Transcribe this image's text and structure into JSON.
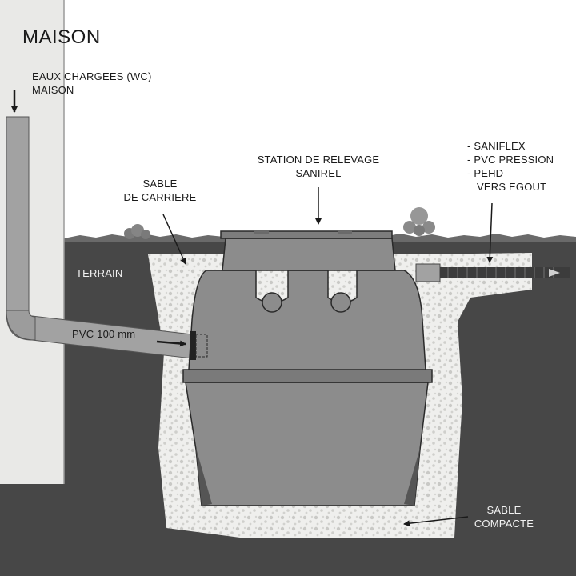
{
  "labels": {
    "house": "MAISON",
    "wastewater_line1": "EAUX CHARGEES (WC)",
    "wastewater_line2": "MAISON",
    "station_line1": "STATION DE RELEVAGE",
    "station_line2": "SANIREL",
    "outlet_line1": "- SANIFLEX",
    "outlet_line2": "- PVC PRESSION",
    "outlet_line3": "- PEHD",
    "outlet_line4": "VERS EGOUT",
    "sand_top_line1": "SABLE",
    "sand_top_line2": "DE CARRIERE",
    "ground": "TERRAIN",
    "pipe": "PVC 100 mm",
    "sand_bottom_line1": "SABLE",
    "sand_bottom_line2": "COMPACTE"
  },
  "colors": {
    "wall": "#e9e9e7",
    "soil": "#474747",
    "sand": "#efefed",
    "tank": "#8c8c8c",
    "tank_lid": "#7d7d7d",
    "pipe": "#9a9a9a",
    "line": "#1a1a1a"
  }
}
